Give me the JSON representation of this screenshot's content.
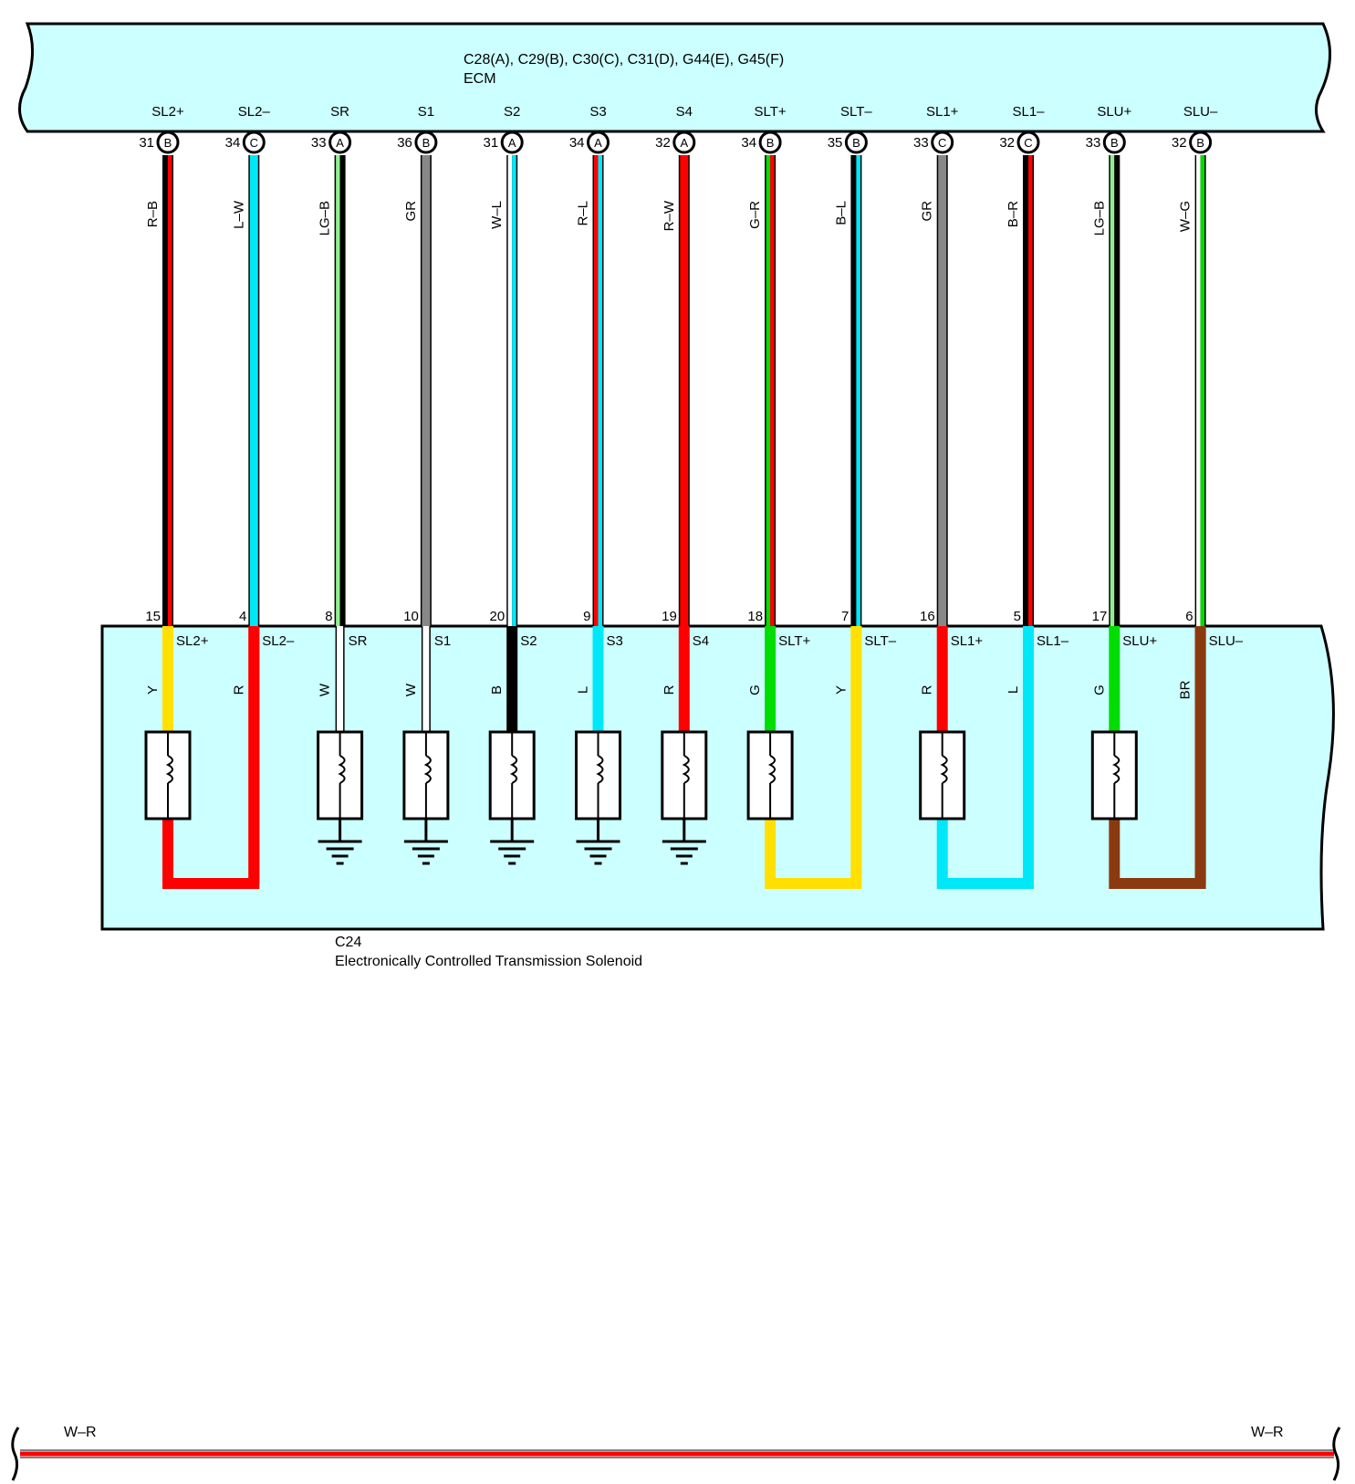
{
  "ecm": {
    "connectors": "C28(A), C29(B), C30(C), C31(D), G44(E), G45(F)",
    "name": "ECM"
  },
  "solenoid": {
    "connector": "C24",
    "name": "Electronically Controlled Transmission Solenoid"
  },
  "harness": {
    "left_label": "W–R",
    "right_label": "W–R"
  },
  "circuits": [
    {
      "ecm_terminal": "SL2+",
      "pin": "31",
      "conn": "B",
      "wire": "R–B",
      "colors": [
        "#000000",
        "#ff0000"
      ],
      "sol_pin": "15",
      "sol_terminal": "SL2+",
      "sol_wire": "Y",
      "sol_color": "#ffe000",
      "coil": true,
      "ground": false
    },
    {
      "ecm_terminal": "SL2–",
      "pin": "34",
      "conn": "C",
      "wire": "L–W",
      "colors": [
        "#00e8f8"
      ],
      "sol_pin": "4",
      "sol_terminal": "SL2–",
      "sol_wire": "R",
      "sol_color": "#ff0000",
      "coil": false,
      "ground": false
    },
    {
      "ecm_terminal": "SR",
      "pin": "33",
      "conn": "A",
      "wire": "LG–B",
      "colors": [
        "#90ee90",
        "#000000"
      ],
      "sol_pin": "8",
      "sol_terminal": "SR",
      "sol_wire": "W",
      "sol_color": "#ffffff",
      "coil": true,
      "ground": true
    },
    {
      "ecm_terminal": "S1",
      "pin": "36",
      "conn": "B",
      "wire": "GR",
      "colors": [
        "#888888"
      ],
      "sol_pin": "10",
      "sol_terminal": "S1",
      "sol_wire": "W",
      "sol_color": "#ffffff",
      "coil": true,
      "ground": true
    },
    {
      "ecm_terminal": "S2",
      "pin": "31",
      "conn": "A",
      "wire": "W–L",
      "colors": [
        "#ffffff",
        "#00e8f8"
      ],
      "sol_pin": "20",
      "sol_terminal": "S2",
      "sol_wire": "B",
      "sol_color": "#000000",
      "coil": true,
      "ground": true
    },
    {
      "ecm_terminal": "S3",
      "pin": "34",
      "conn": "A",
      "wire": "R–L",
      "colors": [
        "#ff0000",
        "#00e8f8"
      ],
      "sol_pin": "9",
      "sol_terminal": "S3",
      "sol_wire": "L",
      "sol_color": "#00e8f8",
      "coil": true,
      "ground": true
    },
    {
      "ecm_terminal": "S4",
      "pin": "32",
      "conn": "A",
      "wire": "R–W",
      "colors": [
        "#ff0000"
      ],
      "sol_pin": "19",
      "sol_terminal": "S4",
      "sol_wire": "R",
      "sol_color": "#ff0000",
      "coil": true,
      "ground": true
    },
    {
      "ecm_terminal": "SLT+",
      "pin": "34",
      "conn": "B",
      "wire": "G–R",
      "colors": [
        "#00dd00",
        "#ff0000"
      ],
      "sol_pin": "18",
      "sol_terminal": "SLT+",
      "sol_wire": "G",
      "sol_color": "#00dd00",
      "coil": true,
      "ground": false
    },
    {
      "ecm_terminal": "SLT–",
      "pin": "35",
      "conn": "B",
      "wire": "B–L",
      "colors": [
        "#000000",
        "#00e8f8"
      ],
      "sol_pin": "7",
      "sol_terminal": "SLT–",
      "sol_wire": "Y",
      "sol_color": "#ffe000",
      "coil": false,
      "ground": false
    },
    {
      "ecm_terminal": "SL1+",
      "pin": "33",
      "conn": "C",
      "wire": "GR",
      "colors": [
        "#888888"
      ],
      "sol_pin": "16",
      "sol_terminal": "SL1+",
      "sol_wire": "R",
      "sol_color": "#ff0000",
      "coil": true,
      "ground": false
    },
    {
      "ecm_terminal": "SL1–",
      "pin": "32",
      "conn": "C",
      "wire": "B–R",
      "colors": [
        "#000000",
        "#ff0000"
      ],
      "sol_pin": "5",
      "sol_terminal": "SL1–",
      "sol_wire": "L",
      "sol_color": "#00e8f8",
      "coil": false,
      "ground": false
    },
    {
      "ecm_terminal": "SLU+",
      "pin": "33",
      "conn": "B",
      "wire": "LG–B",
      "colors": [
        "#90ee90",
        "#000000"
      ],
      "sol_pin": "17",
      "sol_terminal": "SLU+",
      "sol_wire": "G",
      "sol_color": "#00dd00",
      "coil": true,
      "ground": false
    },
    {
      "ecm_terminal": "SLU–",
      "pin": "32",
      "conn": "B",
      "wire": "W–G",
      "colors": [
        "#ffffff",
        "#00dd00"
      ],
      "sol_pin": "6",
      "sol_terminal": "SLU–",
      "sol_wire": "BR",
      "sol_color": "#8b3a10",
      "coil": false,
      "ground": false
    }
  ],
  "loops": [
    {
      "from": 0,
      "to": 1,
      "color": "#ff0000"
    },
    {
      "from": 7,
      "to": 8,
      "color": "#ffe000"
    },
    {
      "from": 9,
      "to": 10,
      "color": "#00e8f8"
    },
    {
      "from": 11,
      "to": 12,
      "color": "#8b3a10"
    }
  ],
  "colors": {
    "box_fill": "#ccffff",
    "outline": "#000000"
  }
}
